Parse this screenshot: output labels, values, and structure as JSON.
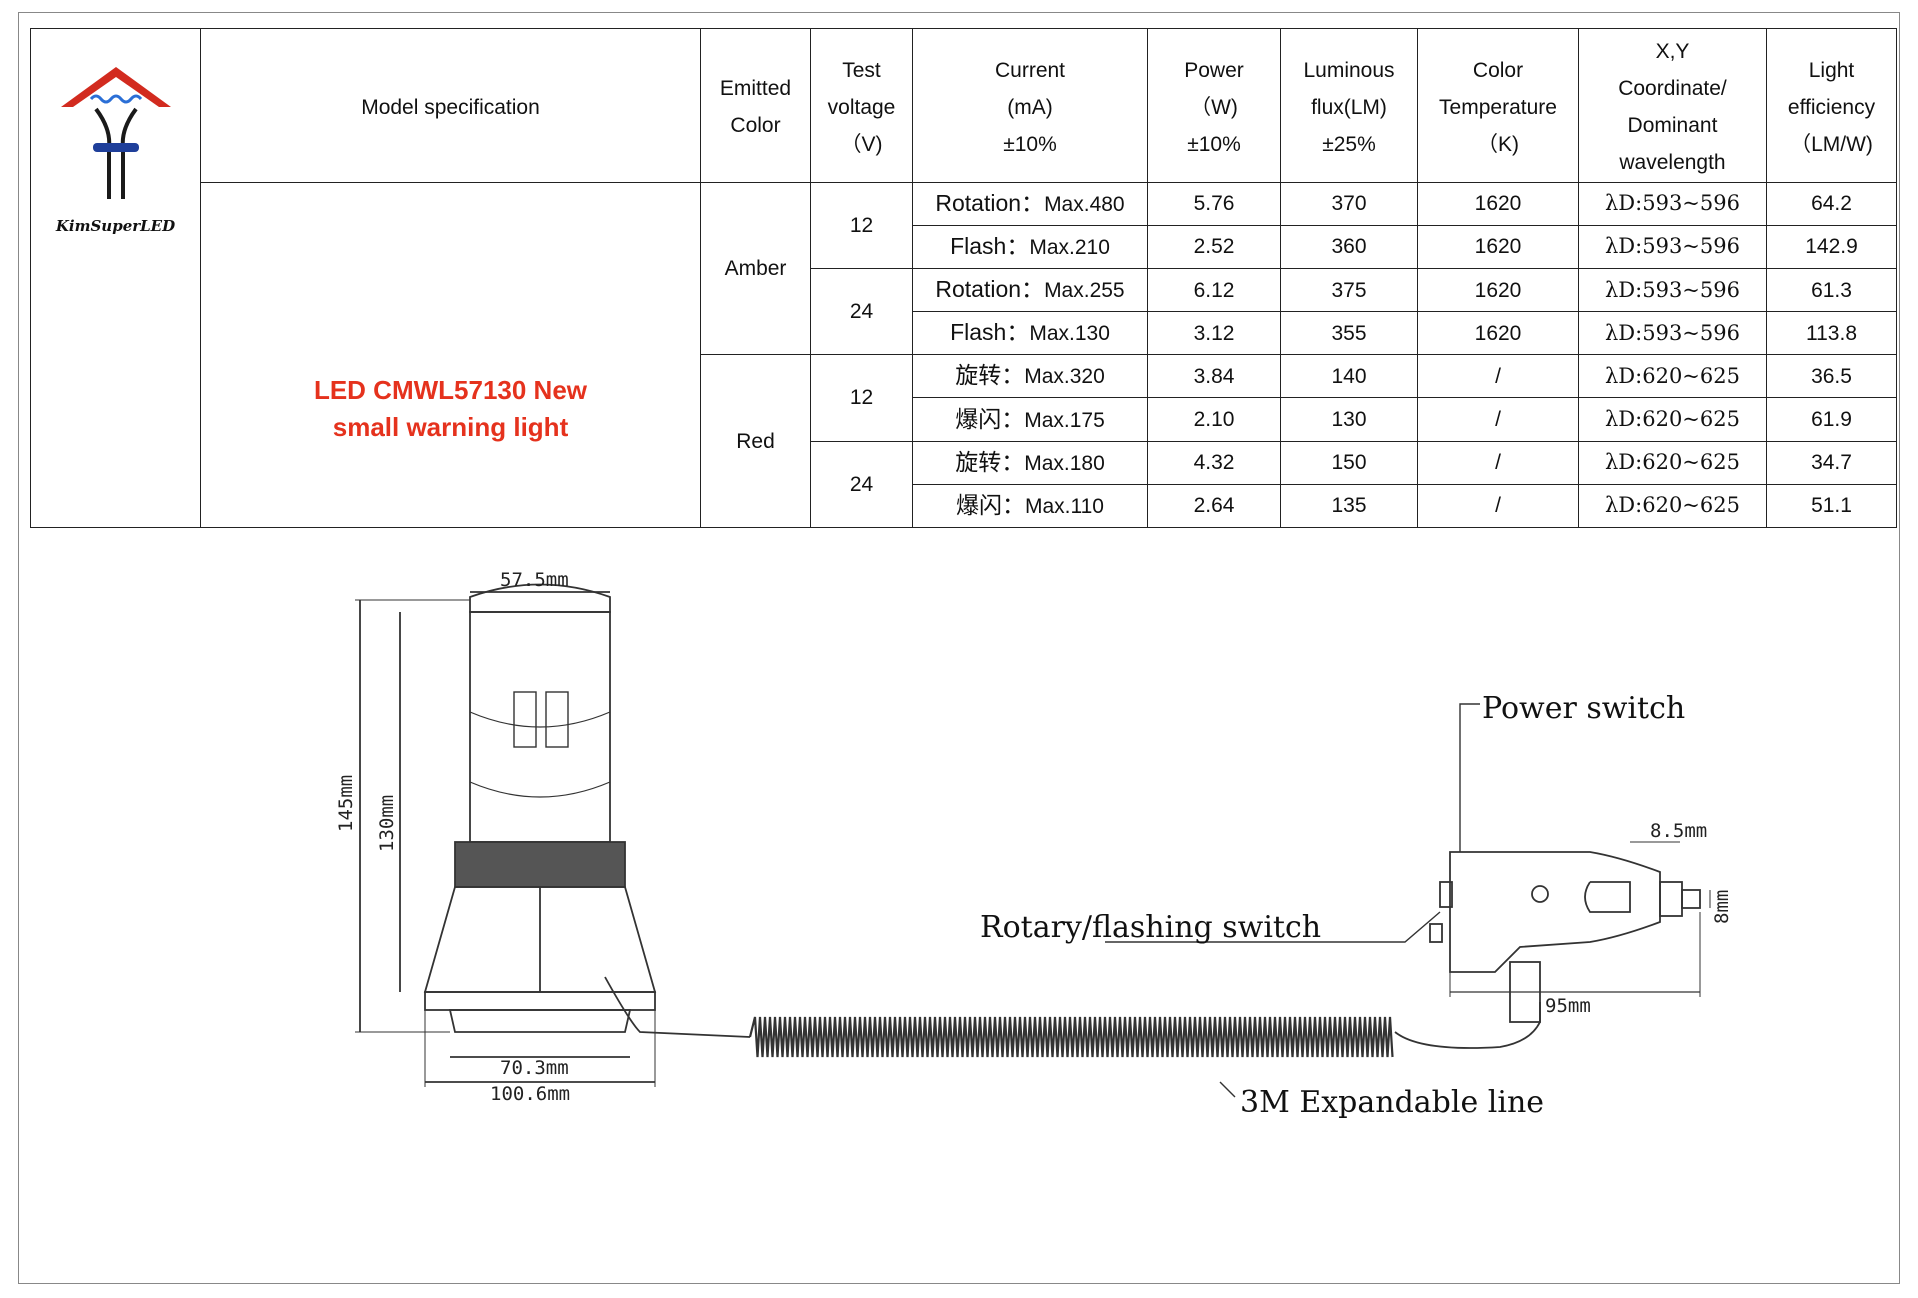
{
  "logo": {
    "text": "KimSuperLED",
    "colors": {
      "roof": "#d22b1f",
      "wave": "#2b6fd6",
      "body": "#1a1a1a",
      "band": "#1f3f9a"
    }
  },
  "headers": {
    "model": "Model specification",
    "emitted": "Emitted\nColor",
    "test_voltage": "Test\nvoltage\n（V)",
    "current": "Current\n(mA)\n±10%",
    "power": "Power\n（W)\n±10%",
    "flux": "Luminous\nflux(LM)\n±25%",
    "color_temp": "Color\nTemperature\n（K)",
    "xy": "X,Y\nCoordinate/\nDominant\nwavelength",
    "efficiency": "Light\nefficiency\n（LM/W)"
  },
  "model_name": "LED CMWL57130 New\nsmall warning light",
  "groups": [
    {
      "color": "Amber",
      "voltages": [
        {
          "v": "12",
          "rows": [
            {
              "mode": "Rotation：",
              "current": "Max.480",
              "power": "5.76",
              "flux": "370",
              "temp": "1620",
              "wave": "λD:593~596",
              "eff": "64.2"
            },
            {
              "mode": "Flash：",
              "current": "Max.210",
              "power": "2.52",
              "flux": "360",
              "temp": "1620",
              "wave": "λD:593~596",
              "eff": "142.9"
            }
          ]
        },
        {
          "v": "24",
          "rows": [
            {
              "mode": "Rotation：",
              "current": "Max.255",
              "power": "6.12",
              "flux": "375",
              "temp": "1620",
              "wave": "λD:593~596",
              "eff": "61.3"
            },
            {
              "mode": "Flash：",
              "current": "Max.130",
              "power": "3.12",
              "flux": "355",
              "temp": "1620",
              "wave": "λD:593~596",
              "eff": "113.8"
            }
          ]
        }
      ]
    },
    {
      "color": "Red",
      "voltages": [
        {
          "v": "12",
          "rows": [
            {
              "mode": "旋转：",
              "current": "Max.320",
              "power": "3.84",
              "flux": "140",
              "temp": "/",
              "wave": "λD:620~625",
              "eff": "36.5"
            },
            {
              "mode": "爆闪：",
              "current": "Max.175",
              "power": "2.10",
              "flux": "130",
              "temp": "/",
              "wave": "λD:620~625",
              "eff": "61.9"
            }
          ]
        },
        {
          "v": "24",
          "rows": [
            {
              "mode": "旋转：",
              "current": "Max.180",
              "power": "4.32",
              "flux": "150",
              "temp": "/",
              "wave": "λD:620~625",
              "eff": "34.7"
            },
            {
              "mode": "爆闪：",
              "current": "Max.110",
              "power": "2.64",
              "flux": "135",
              "temp": "/",
              "wave": "λD:620~625",
              "eff": "51.1"
            }
          ]
        }
      ]
    }
  ],
  "drawing": {
    "dim_top": "57.5mm",
    "dim_total_height": "145mm",
    "dim_body_height": "130mm",
    "dim_magnet": "70.3mm",
    "dim_base": "100.6mm",
    "label_power_switch": "Power switch",
    "label_rotary": "Rotary/flashing switch",
    "label_line": "3M Expandable line",
    "dim_tip": "8.5mm",
    "dim_pin": "8mm",
    "dim_plug": "95mm"
  }
}
